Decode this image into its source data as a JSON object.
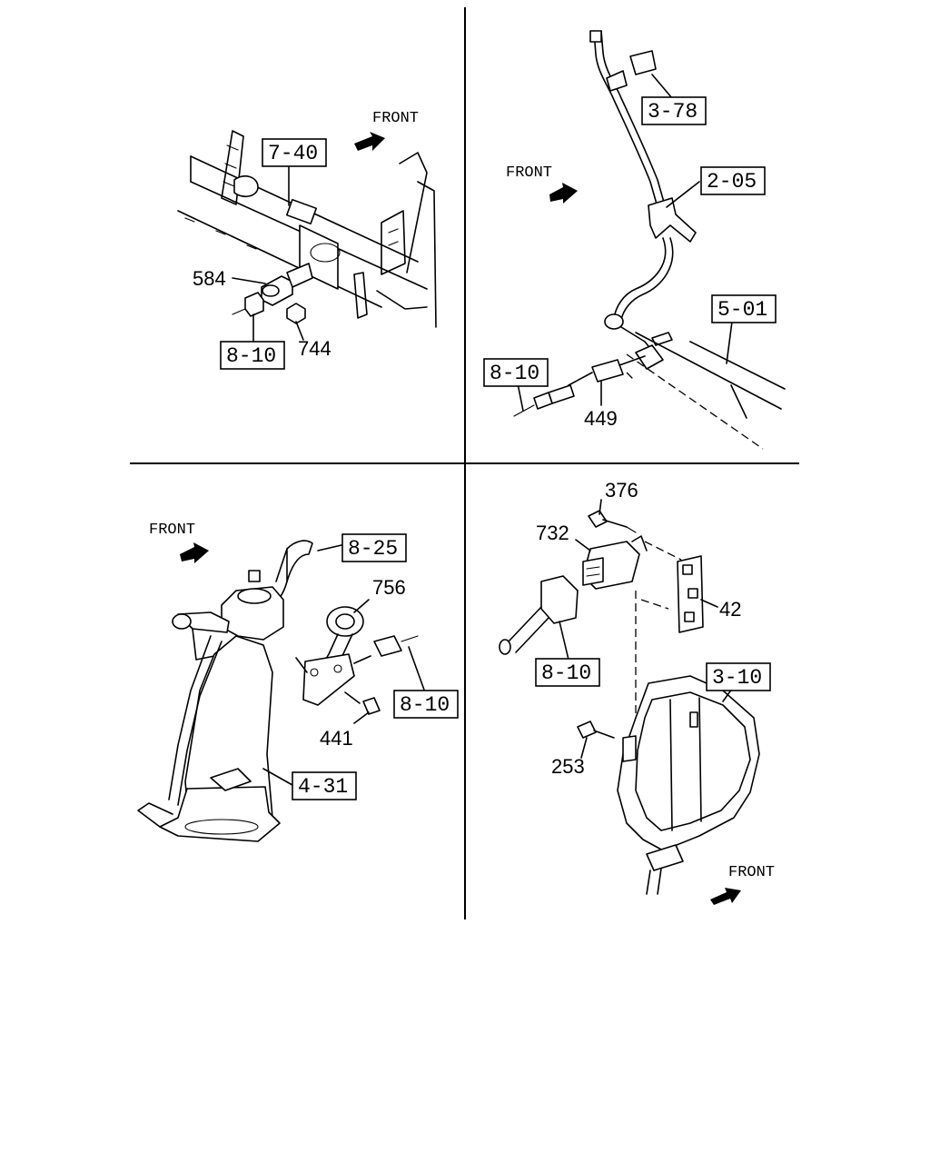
{
  "front_label": "FRONT",
  "quadrant_tl": {
    "refs": {
      "r740": "7-40",
      "r810": "8-10"
    },
    "parts": {
      "p584": "584",
      "p744": "744"
    }
  },
  "quadrant_tr": {
    "refs": {
      "r378": "3-78",
      "r205": "2-05",
      "r501": "5-01",
      "r810": "8-10"
    },
    "parts": {
      "p449": "449"
    }
  },
  "quadrant_bl": {
    "refs": {
      "r825": "8-25",
      "r810": "8-10",
      "r431": "4-31"
    },
    "parts": {
      "p756": "756",
      "p441": "441"
    }
  },
  "quadrant_br": {
    "refs": {
      "r810": "8-10",
      "r310": "3-10"
    },
    "parts": {
      "p376": "376",
      "p732": "732",
      "p42": "42",
      "p253": "253"
    }
  }
}
